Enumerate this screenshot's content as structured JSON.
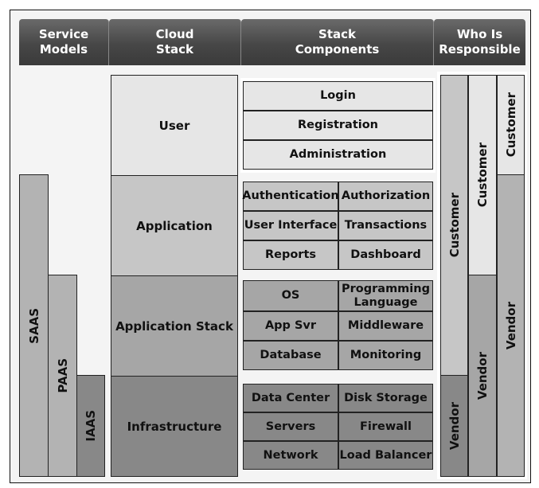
{
  "headers": {
    "service_models": "Service\nModels",
    "cloud_stack": "Cloud\nStack",
    "stack_components": "Stack\nComponents",
    "who_is_responsible": "Who Is\nResponsible"
  },
  "service_models": {
    "saas": "SAAS",
    "paas": "PAAS",
    "iaas": "IAAS"
  },
  "cloud_stack": {
    "user": "User",
    "application": "Application",
    "application_stack": "Application Stack",
    "infrastructure": "Infrastructure"
  },
  "components": {
    "user": [
      "Login",
      "Registration",
      "Administration"
    ],
    "application": [
      "Authentication",
      "Authorization",
      "User Interface",
      "Transactions",
      "Reports",
      "Dashboard"
    ],
    "application_stack": [
      "OS",
      "Programming Language",
      "App Svr",
      "Middleware",
      "Database",
      "Monitoring"
    ],
    "infrastructure": [
      "Data Center",
      "Disk Storage",
      "Servers",
      "Firewall",
      "Network",
      "Load Balancer"
    ]
  },
  "responsibility": {
    "iaas_customer": "Customer",
    "iaas_vendor": "Vendor",
    "paas_customer": "Customer",
    "paas_vendor": "Vendor",
    "saas_customer": "Customer",
    "saas_vendor": "Vendor"
  }
}
